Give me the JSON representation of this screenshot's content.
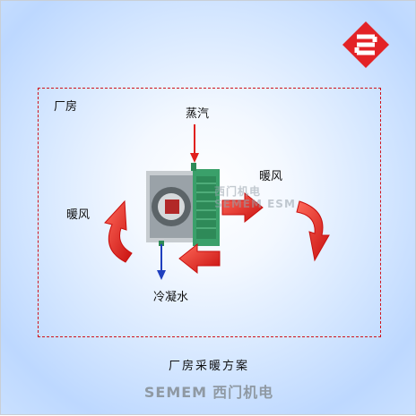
{
  "labels": {
    "plant": "厂房",
    "steam": "蒸汽",
    "warm_air_right": "暖风",
    "warm_air_left": "暖风",
    "condensate": "冷凝水"
  },
  "caption": "厂房采暖方案",
  "brand": {
    "name": "SEMEM",
    "name_cn": "西门机电"
  },
  "watermark": {
    "line1": "西门机电",
    "line2": "SEMEM ESM"
  },
  "colors": {
    "accent_red": "#d0121b",
    "arrow_red": "#e0201e",
    "condensate_blue": "#1f3fbf",
    "heater_green": "#3aa06a"
  },
  "icons": [
    "semem-logo-icon",
    "steam-arrow",
    "condensate-arrow",
    "warm-air-arrow",
    "circulation-arrow",
    "unit-heater"
  ]
}
